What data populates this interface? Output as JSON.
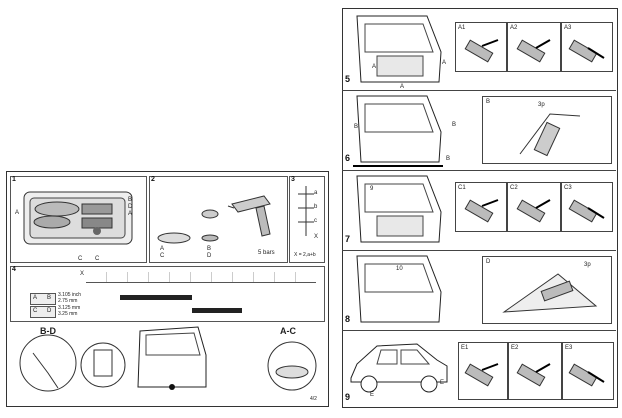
{
  "left_sheet": {
    "panel_numbers": [
      "1",
      "2",
      "3",
      "4"
    ],
    "panel1_labels": [
      "A",
      "B",
      "D",
      "A",
      "C",
      "C"
    ],
    "panel2_labels": [
      "A",
      "C",
      "B",
      "D",
      "5 bars"
    ],
    "panel3_labels": [
      "a",
      "b",
      "c",
      "X",
      "X = 2,a+b"
    ],
    "table": {
      "x_label": "X",
      "dims": [
        "3.105 inch",
        "2.75 mm",
        "3.125 mm",
        "3.25 mm"
      ],
      "rows": [
        "A",
        "B",
        "C",
        "D"
      ]
    },
    "bottom_labels": {
      "left": "B-D",
      "right": "A-C"
    },
    "page_ref": "4/2"
  },
  "right_sheet": {
    "steps": [
      {
        "num": "5",
        "sub": [
          "A1",
          "A2",
          "A3"
        ],
        "door_labels": [
          "A",
          "A",
          "A"
        ]
      },
      {
        "num": "6",
        "sub": [
          "B"
        ],
        "door_labels": [
          "B",
          "B",
          "B"
        ],
        "angle": "3p"
      },
      {
        "num": "7",
        "sub": [
          "C1",
          "C2",
          "C3"
        ],
        "door_labels": [
          "9"
        ]
      },
      {
        "num": "8",
        "sub": [
          "D"
        ],
        "door_labels": [
          "10"
        ],
        "angle": "3p"
      },
      {
        "num": "9",
        "sub": [
          "E1",
          "E2",
          "E3"
        ],
        "door_labels": [
          "E",
          "E"
        ]
      }
    ]
  }
}
